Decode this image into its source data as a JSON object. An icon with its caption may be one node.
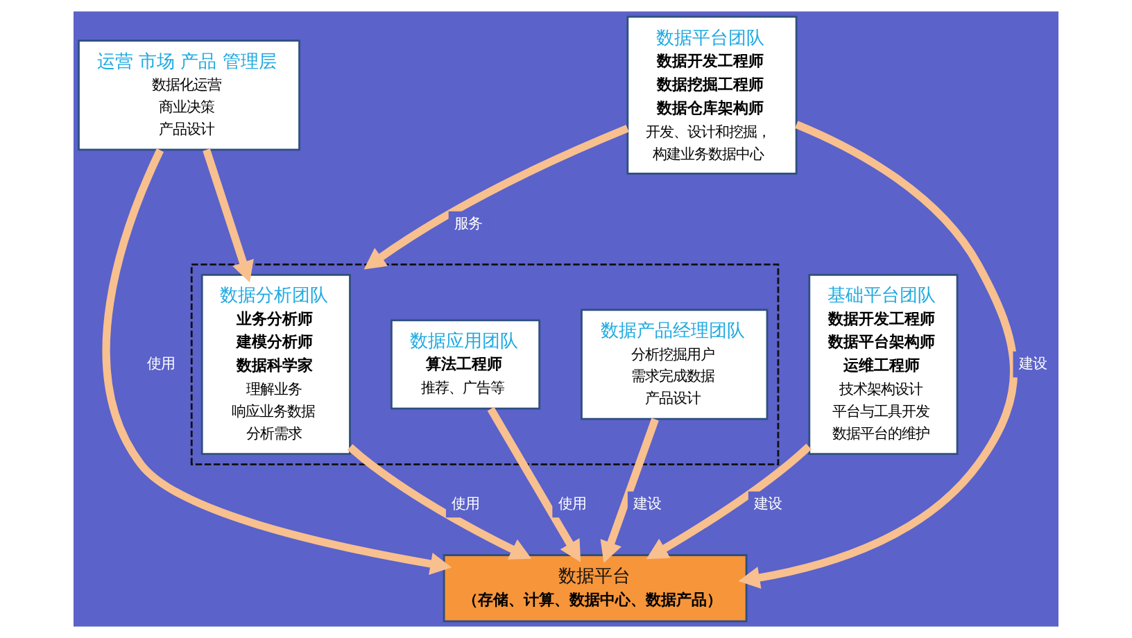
{
  "diagram": {
    "nodes": [
      {
        "text": [
          "运营 市场 产品 管理层",
          "数据化运营",
          "商业决策",
          "产品设计"
        ]
      },
      {
        "text": [],
        "shape": "box"
      },
      {
        "text": [
          "数据分析团队",
          "业务分析师",
          "建模分析师",
          "数据科学家",
          "理解业务",
          "响应业务数据",
          "分析需求"
        ],
        "in": 1
      },
      {
        "text": [
          "数据应用团队",
          "算法工程师",
          "推荐、广告等"
        ],
        "in": 1
      },
      {
        "text": [
          "数据产品经理团队",
          "分析挖掘用户",
          "需求完成数据",
          "产品设计"
        ],
        "in": 1
      },
      {
        "text": [
          "基础平台团队",
          "数据开发工程师",
          "数据平台架构师",
          "运维工程师",
          "技术架构设计",
          "平台与工具开发",
          "数据平台的维护"
        ]
      },
      {
        "text": [
          "数据平台团队",
          "数据开发工程师",
          "数据挖掘工程师",
          "数据仓库架构师",
          "开发、设计和挖掘，",
          "构建业务数据中心"
        ]
      },
      {
        "text": [
          "数据平台",
          "（存储、计算、数据中心、数据产品）"
        ]
      }
    ],
    "edges": [
      {
        "from": 0,
        "to": 7,
        "arrow": "to",
        "label": "使用"
      },
      {
        "from": 0,
        "to": 2,
        "arrow": "to"
      },
      {
        "from": 2,
        "to": 7,
        "arrow": "to",
        "label": "使用"
      },
      {
        "from": 4,
        "to": 7,
        "arrow": "to",
        "label": "建设"
      },
      {
        "from": 3,
        "to": 7,
        "arrow": "to",
        "label": "使用"
      },
      {
        "from": 6,
        "to": 1,
        "arrow": "to",
        "label": "服务"
      },
      {
        "from": 5,
        "to": 7,
        "arrow": "to",
        "label": "建设"
      },
      {
        "from": 6,
        "to": 7,
        "arrow": "to",
        "label": "建设"
      }
    ]
  }
}
